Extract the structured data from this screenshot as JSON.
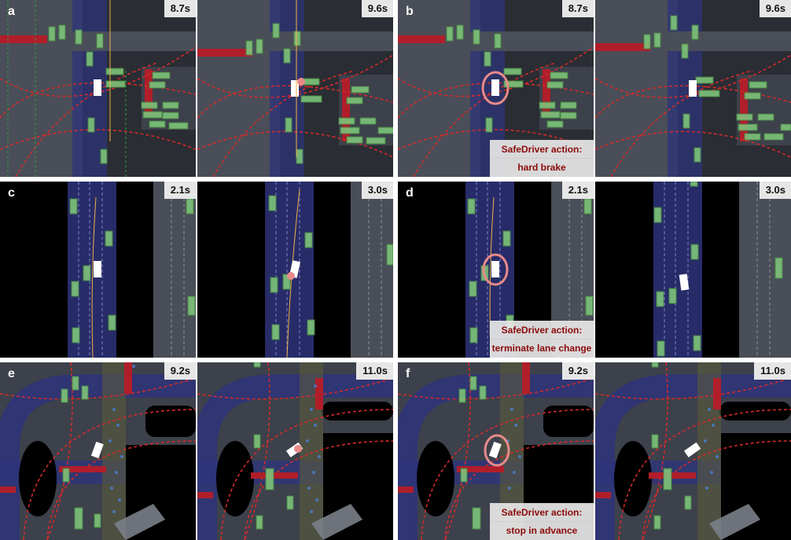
{
  "figure": {
    "rows": [
      {
        "left": {
          "label": "a",
          "t1": "8.7s",
          "t2": "9.6s"
        },
        "right": {
          "label": "b",
          "t1": "8.7s",
          "t2": "9.6s",
          "action_title": "SafeDriver action:",
          "action_text": "hard brake"
        }
      },
      {
        "left": {
          "label": "c",
          "t1": "2.1s",
          "t2": "3.0s"
        },
        "right": {
          "label": "d",
          "t1": "2.1s",
          "t2": "3.0s",
          "action_title": "SafeDriver action:",
          "action_text": "terminate lane change"
        }
      },
      {
        "left": {
          "label": "e",
          "t1": "9.2s",
          "t2": "11.0s"
        },
        "right": {
          "label": "f",
          "t1": "9.2s",
          "t2": "11.0s",
          "action_title": "SafeDriver action:",
          "action_text": "stop in advance"
        }
      }
    ]
  },
  "colors": {
    "background": "#000000",
    "road": "#4a4e58",
    "lane_blue": "#2733b8",
    "route_red": "#d42a2a",
    "vehicle_green": "#7ec47a",
    "ego_white": "#ffffff",
    "highlight_pink": "#e88a8a",
    "action_text": "#8b0a0a"
  }
}
